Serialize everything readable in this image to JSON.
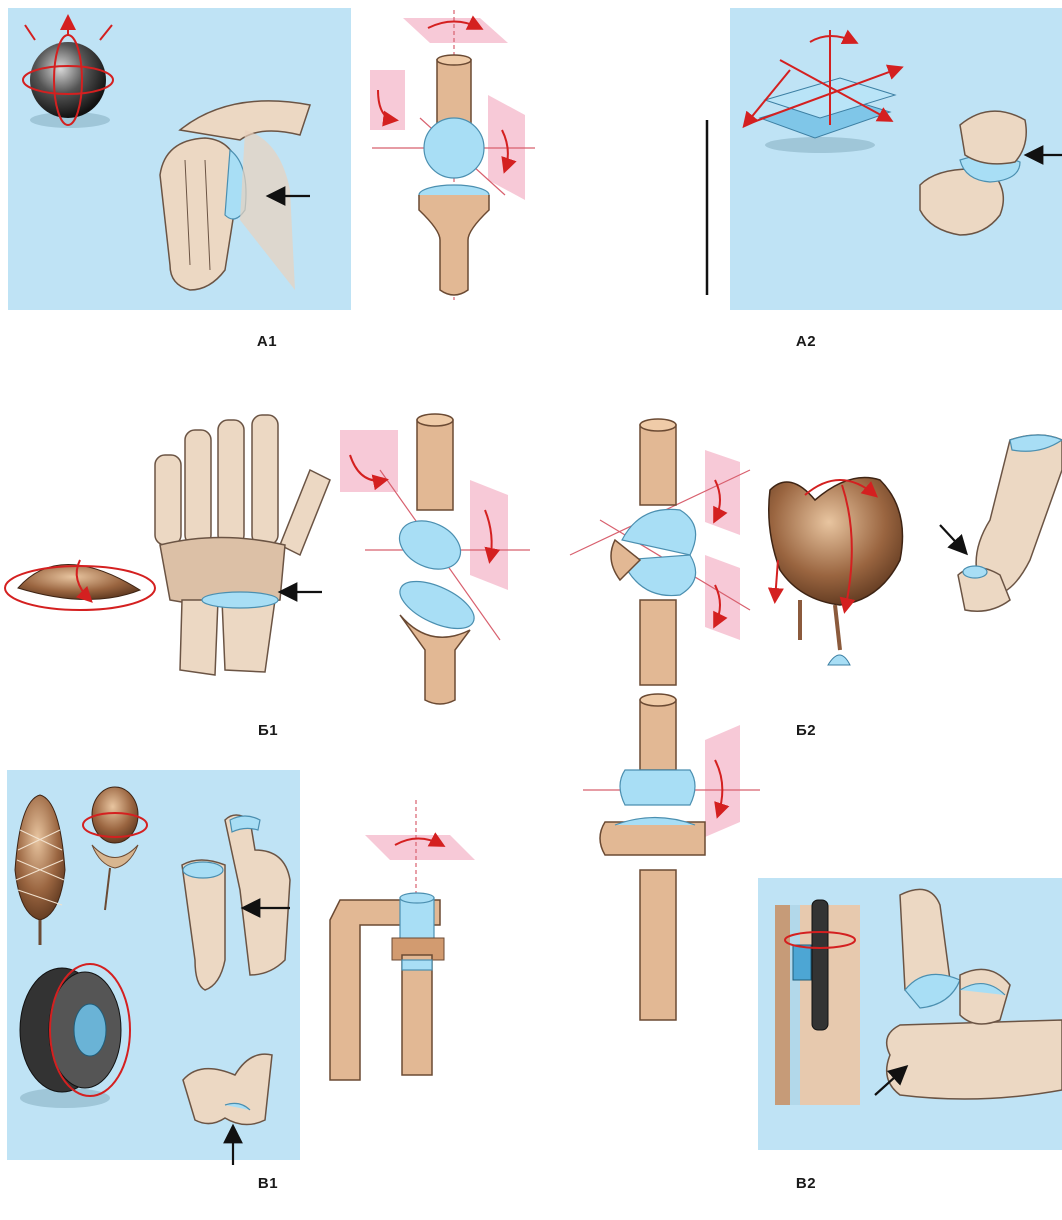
{
  "labels": {
    "a1": "А1",
    "a2": "А2",
    "b1": "Б1",
    "b2": "Б2",
    "v1": "В1",
    "v2": "В2"
  },
  "colors": {
    "panel_blue": "#bfe3f5",
    "bone": "#ecd8c3",
    "cartilage": "#a8def5",
    "model_rod": "#e2b894",
    "plane_pink": "#f6bfd0",
    "rotation_red": "#d42020"
  },
  "icons": {
    "a1_object": "sphere-icon",
    "a2_object": "stacked-plates-icon",
    "b1_object": "ellipsoid-icon",
    "b2_object": "saddle-icon",
    "v1_objects": [
      "pine-cone-icon",
      "acorn-icon",
      "tire-icon"
    ],
    "v2_object": "door-hinge-icon"
  }
}
